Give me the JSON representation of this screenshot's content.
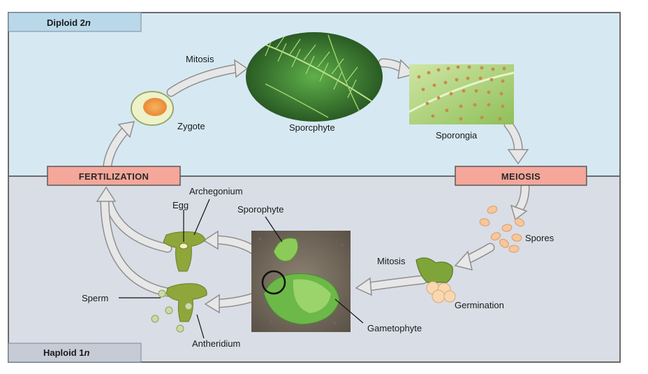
{
  "regions": {
    "diploid": {
      "prefix": "Diploid 2",
      "italic": "n"
    },
    "haploid": {
      "prefix": "Haploid 1",
      "italic": "n"
    }
  },
  "stages": {
    "fertilization": "FERTILIZATION",
    "meiosis": "MEIOSIS"
  },
  "labels": {
    "mitosis_top": "Mitosis",
    "zygote": "Zygote",
    "sporophyte_main": "Sporcphyte",
    "sporangia": "Sporongia",
    "spores": "Spores",
    "mitosis_bottom": "Mitosis",
    "germination": "Germination",
    "gametophyte": "Gametophyte",
    "sporophyte_young": "Sporophyte",
    "archegonium": "Archegonium",
    "egg": "Egg",
    "sperm": "Sperm",
    "antheridium": "Antheridium"
  },
  "colors": {
    "diploid_bg": "#d6e9f3",
    "haploid_bg": "#d9dde6",
    "tab_bg": "#b9d8ea",
    "stage_box": "#f4a79a",
    "arrow_fill": "#e7e7e7",
    "arrow_stroke": "#8f8f8f"
  }
}
